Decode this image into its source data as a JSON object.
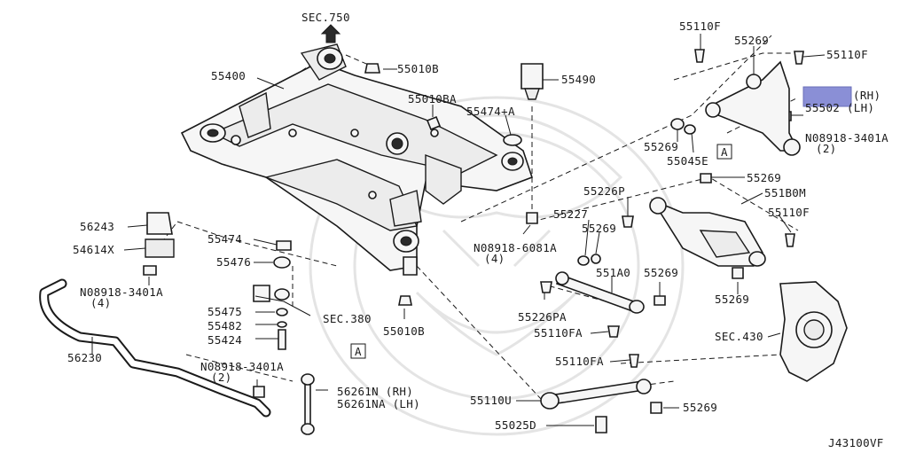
{
  "diagram_code": "J43100VF",
  "highlight_color": "#8a8fd6",
  "labels": {
    "sec_750": "SEC.750",
    "p55400": "55400",
    "p55010B_top": "55010B",
    "p55010BA": "55010BA",
    "p55490": "55490",
    "p55474A": "55474+A",
    "p55110F_a": "55110F",
    "p55269_a": "55269",
    "p55110F_b": "55110F",
    "p555x2_rh": "(RH)",
    "p555x2_lh": "55502 (LH)",
    "n08918_top": "N08918-3401A",
    "n08918_top_q": "(2)",
    "p55269_b": "55269",
    "p55045E": "55045E",
    "box_a1": "A",
    "p55269_c": "55269",
    "p56243": "56243",
    "p54614X": "54614X",
    "n08918_left": "N08918-3401A",
    "n08918_left_q": "(4)",
    "p56230": "56230",
    "p55474": "55474",
    "p55476": "55476",
    "p55475": "55475",
    "p55482": "55482",
    "p55424": "55424",
    "sec_380": "SEC.380",
    "n08918_mid": "N08918-3401A",
    "n08918_mid_q": "(2)",
    "box_a2": "A",
    "p56261n": "56261N (RH)",
    "p56261na": "56261NA (LH)",
    "p55010B_bot": "55010B",
    "n08918_6081": "N08918-6081A",
    "n08918_6081_q": "(4)",
    "p55226P": "55226P",
    "p55227": "55227",
    "p55269_d": "55269",
    "p551A0": "551A0",
    "p55269_e": "55269",
    "p55226PA": "55226PA",
    "p55110FA_a": "55110FA",
    "p55110FA_b": "55110FA",
    "p55110U": "55110U",
    "p55025D": "55025D",
    "p55269_f": "55269",
    "p551B0M": "551B0M",
    "p55110F_c": "55110F",
    "p55269_g": "55269",
    "sec_430": "SEC.430"
  }
}
